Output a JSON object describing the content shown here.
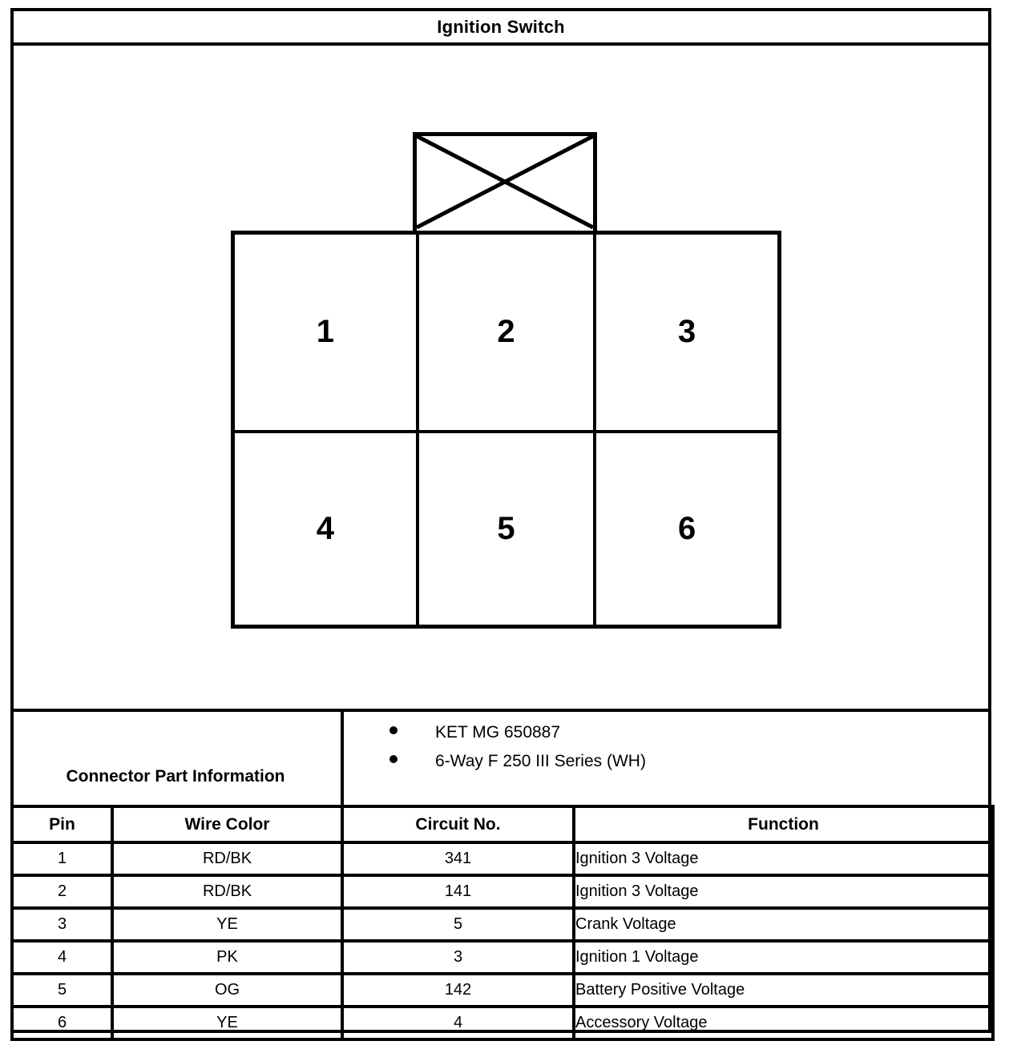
{
  "document": {
    "title": "Ignition Switch"
  },
  "connector_diagram": {
    "name": "6-way-connector-face-view",
    "tab": {
      "name": "keying-tab",
      "marking": "x-cross"
    },
    "rows": [
      {
        "cells": [
          {
            "pin": "1"
          },
          {
            "pin": "2"
          },
          {
            "pin": "3"
          }
        ]
      },
      {
        "cells": [
          {
            "pin": "4"
          },
          {
            "pin": "5"
          },
          {
            "pin": "6"
          }
        ]
      }
    ]
  },
  "connector_part_information": {
    "label": "Connector Part Information",
    "bullets": [
      "KET MG 650887",
      "6-Way F 250 III Series (WH)"
    ]
  },
  "pin_table": {
    "headers": [
      "Pin",
      "Wire Color",
      "Circuit No.",
      "Function"
    ],
    "rows": [
      {
        "pin": "1",
        "wire_color": "RD/BK",
        "circuit_no": "341",
        "function": "Ignition 3 Voltage"
      },
      {
        "pin": "2",
        "wire_color": "RD/BK",
        "circuit_no": "141",
        "function": "Ignition 3 Voltage"
      },
      {
        "pin": "3",
        "wire_color": "YE",
        "circuit_no": "5",
        "function": "Crank Voltage"
      },
      {
        "pin": "4",
        "wire_color": "PK",
        "circuit_no": "3",
        "function": "Ignition 1 Voltage"
      },
      {
        "pin": "5",
        "wire_color": "OG",
        "circuit_no": "142",
        "function": "Battery Positive Voltage"
      },
      {
        "pin": "6",
        "wire_color": "YE",
        "circuit_no": "4",
        "function": "Accessory Voltage"
      }
    ]
  },
  "colors": {
    "ink": "#000000",
    "paper": "#ffffff"
  }
}
